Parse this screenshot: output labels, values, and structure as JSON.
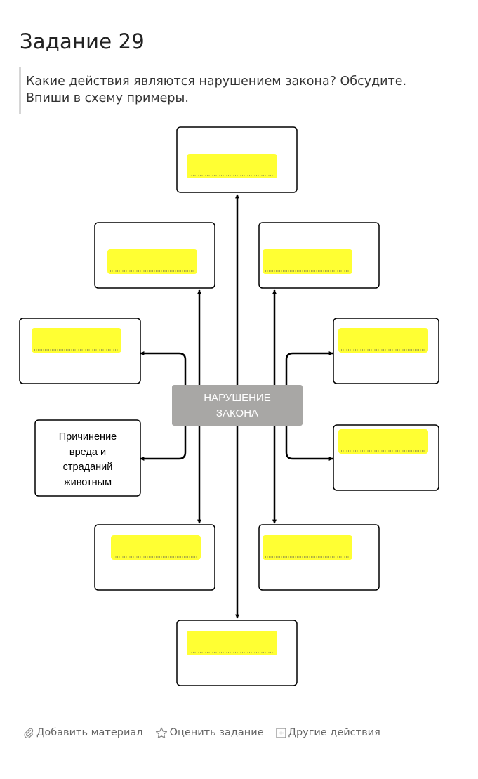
{
  "task": {
    "title": "Задание 29",
    "question_line1": "Какие действия являются нарушением закона? Обсудите.",
    "question_line2": "Впиши в схему примеры."
  },
  "diagram": {
    "center_line1": "НАРУШЕНИЕ",
    "center_line2": "ЗАКОНА",
    "example_line1": "Причинение",
    "example_line2": "вреда и",
    "example_line3": "страданий",
    "example_line4": "животным",
    "colors": {
      "answer_field": "#ffff33",
      "center_box": "#a8a7a5",
      "arrow": "#000000"
    }
  },
  "actions": {
    "add_material": "Добавить материал",
    "rate_task": "Оценить задание",
    "other_actions": "Другие действия"
  }
}
